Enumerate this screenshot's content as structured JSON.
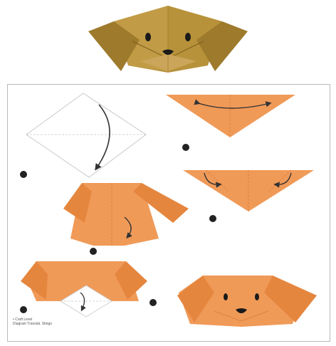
{
  "colors": {
    "hero_gold": "#b8923a",
    "hero_gold_dark": "#8f6c22",
    "paper_orange": "#f09a58",
    "paper_orange_dark": "#d97c37",
    "outline": "#c9c9c9",
    "arrow": "#333333",
    "step_dot": "#222222"
  },
  "icons": {
    "hero": "finished-dog-face",
    "arrows": "fold-arrow",
    "step_markers": "black-step-dot"
  },
  "steps": [
    {
      "id": 1,
      "shape": "square-diamond-outline"
    },
    {
      "id": 2,
      "shape": "orange-triangle-center-crease"
    },
    {
      "id": 3,
      "shape": "orange-triangle-fold-corners"
    },
    {
      "id": 4,
      "shape": "head-with-ears"
    },
    {
      "id": 5,
      "shape": "head-with-flap"
    },
    {
      "id": 6,
      "shape": "finished-dog-face-orange"
    }
  ],
  "credits": {
    "line1": "• Craft Level",
    "line2": "Diagram Translat. Stingo"
  }
}
